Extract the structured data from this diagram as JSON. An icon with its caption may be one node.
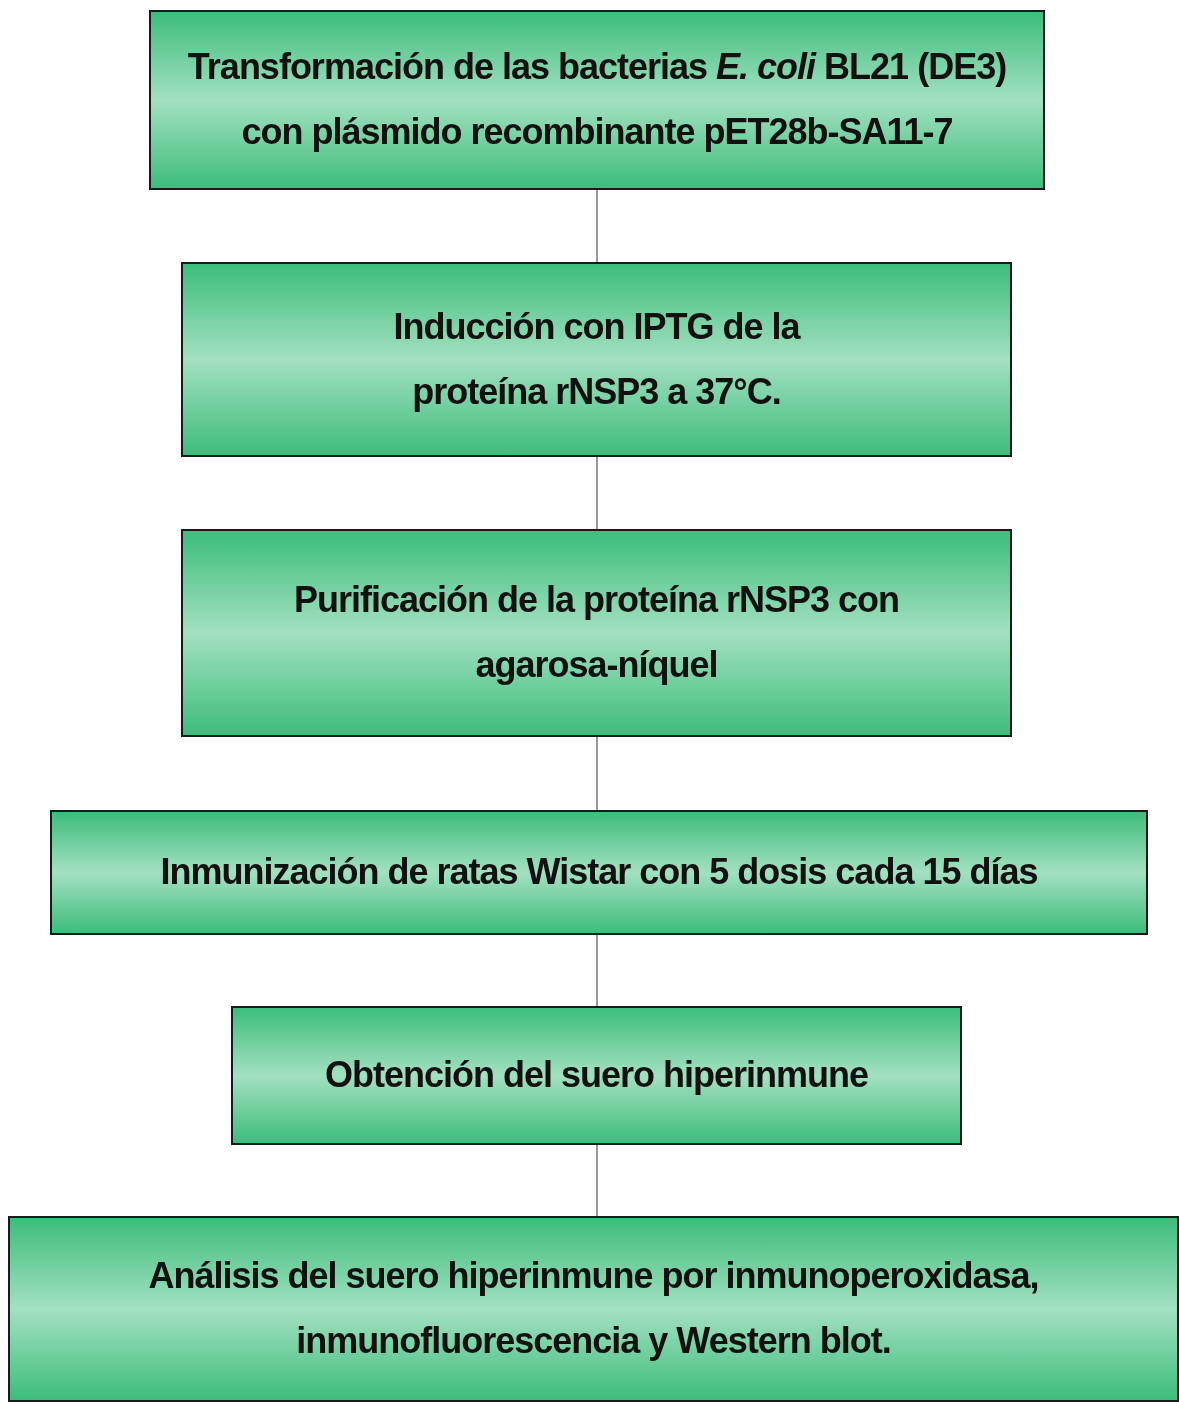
{
  "diagram": {
    "nodes": [
      {
        "text": [
          "Transformación de las bacterias *E. coli* BL21 (DE3) con plásmido recombinante pET28b-SA11-7"
        ]
      },
      {
        "text": [
          "Inducción con IPTG de la proteína rNSP3 a 37°C."
        ]
      },
      {
        "text": [
          "Purificación de la proteína rNSP3 con agarosa-níquel"
        ]
      },
      {
        "text": [
          "Inmunización de ratas Wistar con 5 dosis cada 15 días"
        ]
      },
      {
        "text": [
          "Obtención del suero hiperinmune"
        ]
      },
      {
        "text": [
          "Análisis del suero hiperinmune por inmunoperoxidasa, inmunofluorescencia y Western blot."
        ]
      }
    ],
    "edges": [
      {
        "from": 0,
        "to": 1,
        "arrow": "none"
      },
      {
        "from": 1,
        "to": 2,
        "arrow": "none"
      },
      {
        "from": 2,
        "to": 3,
        "arrow": "none"
      },
      {
        "from": 3,
        "to": 4,
        "arrow": "none"
      },
      {
        "from": 4,
        "to": 5,
        "arrow": "none"
      }
    ]
  }
}
